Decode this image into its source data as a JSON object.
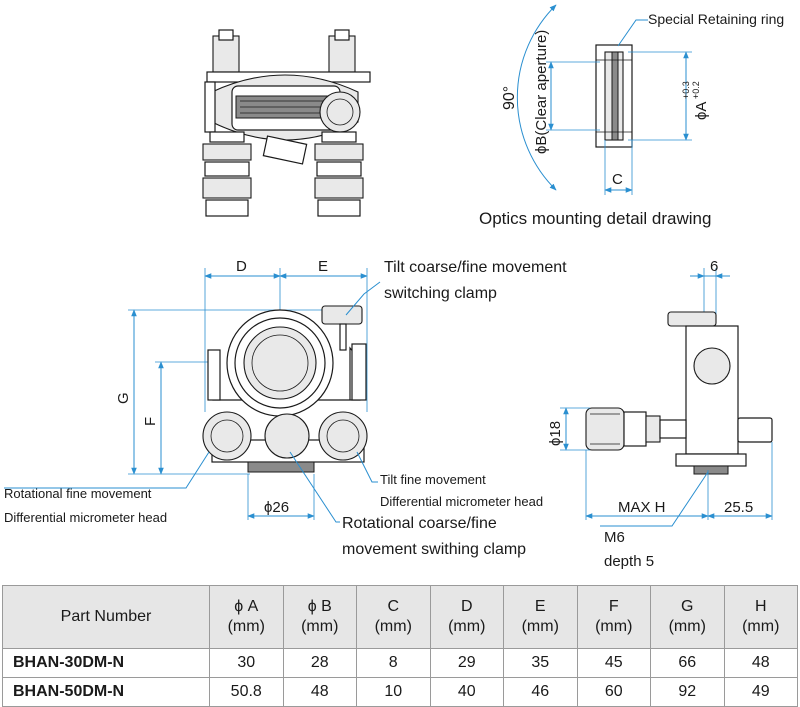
{
  "labels": {
    "special_retaining_ring": "Special Retaining ring",
    "angle_90": "90°",
    "phi_b": "ϕB(Clear aperture)",
    "phi_a": "ϕA",
    "phi_a_tol_upper": "+0.3",
    "phi_a_tol_lower": "+0.2",
    "c": "C",
    "optics_detail_caption": "Optics mounting detail drawing",
    "d": "D",
    "e": "E",
    "f": "F",
    "g": "G",
    "dim_6": "6",
    "phi18": "ϕ18",
    "phi26": "ϕ26",
    "max_h": "MAX H",
    "dim_25_5": "25.5",
    "m6": "M6",
    "depth5": "depth 5",
    "tilt_clamp_line1": "Tilt coarse/fine movement",
    "tilt_clamp_line2": "switching clamp",
    "tilt_fine_movement": "Tilt fine movement",
    "differential_head_right": "Differential micrometer head",
    "rotational_fine_movement": "Rotational fine movement",
    "differential_head_left": "Differential micrometer head",
    "rot_clamp_line1": "Rotational coarse/fine",
    "rot_clamp_line2": "movement swithing clamp"
  },
  "table": {
    "part_number_header": "Part Number",
    "headers": [
      {
        "name": "ϕ A",
        "unit": "(mm)"
      },
      {
        "name": "ϕ B",
        "unit": "(mm)"
      },
      {
        "name": "C",
        "unit": "(mm)"
      },
      {
        "name": "D",
        "unit": "(mm)"
      },
      {
        "name": "E",
        "unit": "(mm)"
      },
      {
        "name": "F",
        "unit": "(mm)"
      },
      {
        "name": "G",
        "unit": "(mm)"
      },
      {
        "name": "H",
        "unit": "(mm)"
      }
    ],
    "rows": [
      {
        "part": "BHAN-30DM-N",
        "values": [
          "30",
          "28",
          "8",
          "29",
          "35",
          "45",
          "66",
          "48"
        ]
      },
      {
        "part": "BHAN-50DM-N",
        "values": [
          "50.8",
          "48",
          "10",
          "40",
          "46",
          "60",
          "92",
          "49"
        ]
      }
    ]
  },
  "colors": {
    "dimension_line": "#2a8fd0",
    "outline": "#1a1a1a",
    "table_header_bg": "#e6e6e6",
    "table_border": "#9a9a9a"
  }
}
